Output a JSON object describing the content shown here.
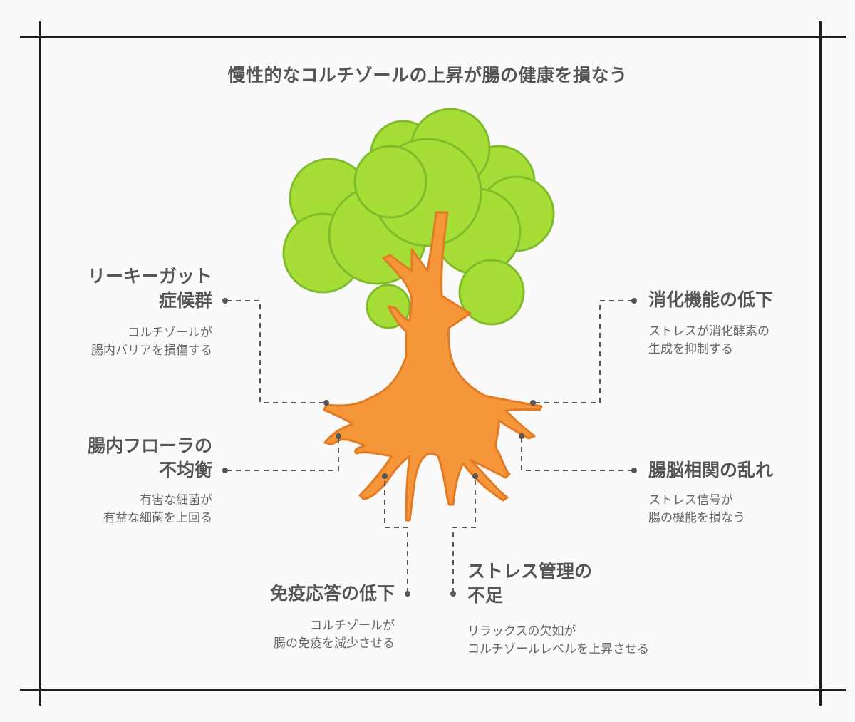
{
  "title": "慢性的なコルチゾールの上昇が腸の健康を損なう",
  "callouts": {
    "leaky_gut": {
      "heading": [
        "リーキーガット",
        "症候群"
      ],
      "desc": [
        "コルチゾールが",
        "腸内バリアを損傷する"
      ]
    },
    "flora": {
      "heading": [
        "腸内フローラの",
        "不均衡"
      ],
      "desc": [
        "有害な細菌が",
        "有益な細菌を上回る"
      ]
    },
    "immune": {
      "heading": [
        "免疫応答の低下"
      ],
      "desc": [
        "コルチゾールが",
        "腸の免疫を減少させる"
      ]
    },
    "stress_mgmt": {
      "heading": [
        "ストレス管理の",
        "不足"
      ],
      "desc": [
        "リラックスの欠如が",
        "コルチゾールレベルを上昇させる"
      ]
    },
    "digestion": {
      "heading": [
        "消化機能の低下"
      ],
      "desc": [
        "ストレスが消化酵素の",
        "生成を抑制する"
      ]
    },
    "gut_brain": {
      "heading": [
        "腸脳相関の乱れ"
      ],
      "desc": [
        "ストレス信号が",
        "腸の機能を損なう"
      ]
    }
  },
  "colors": {
    "foliage": "#a6dd37",
    "foliage_outline": "#7fbc2c",
    "trunk": "#f5963a",
    "trunk_outline": "#e27b24",
    "connector": "#555555"
  }
}
